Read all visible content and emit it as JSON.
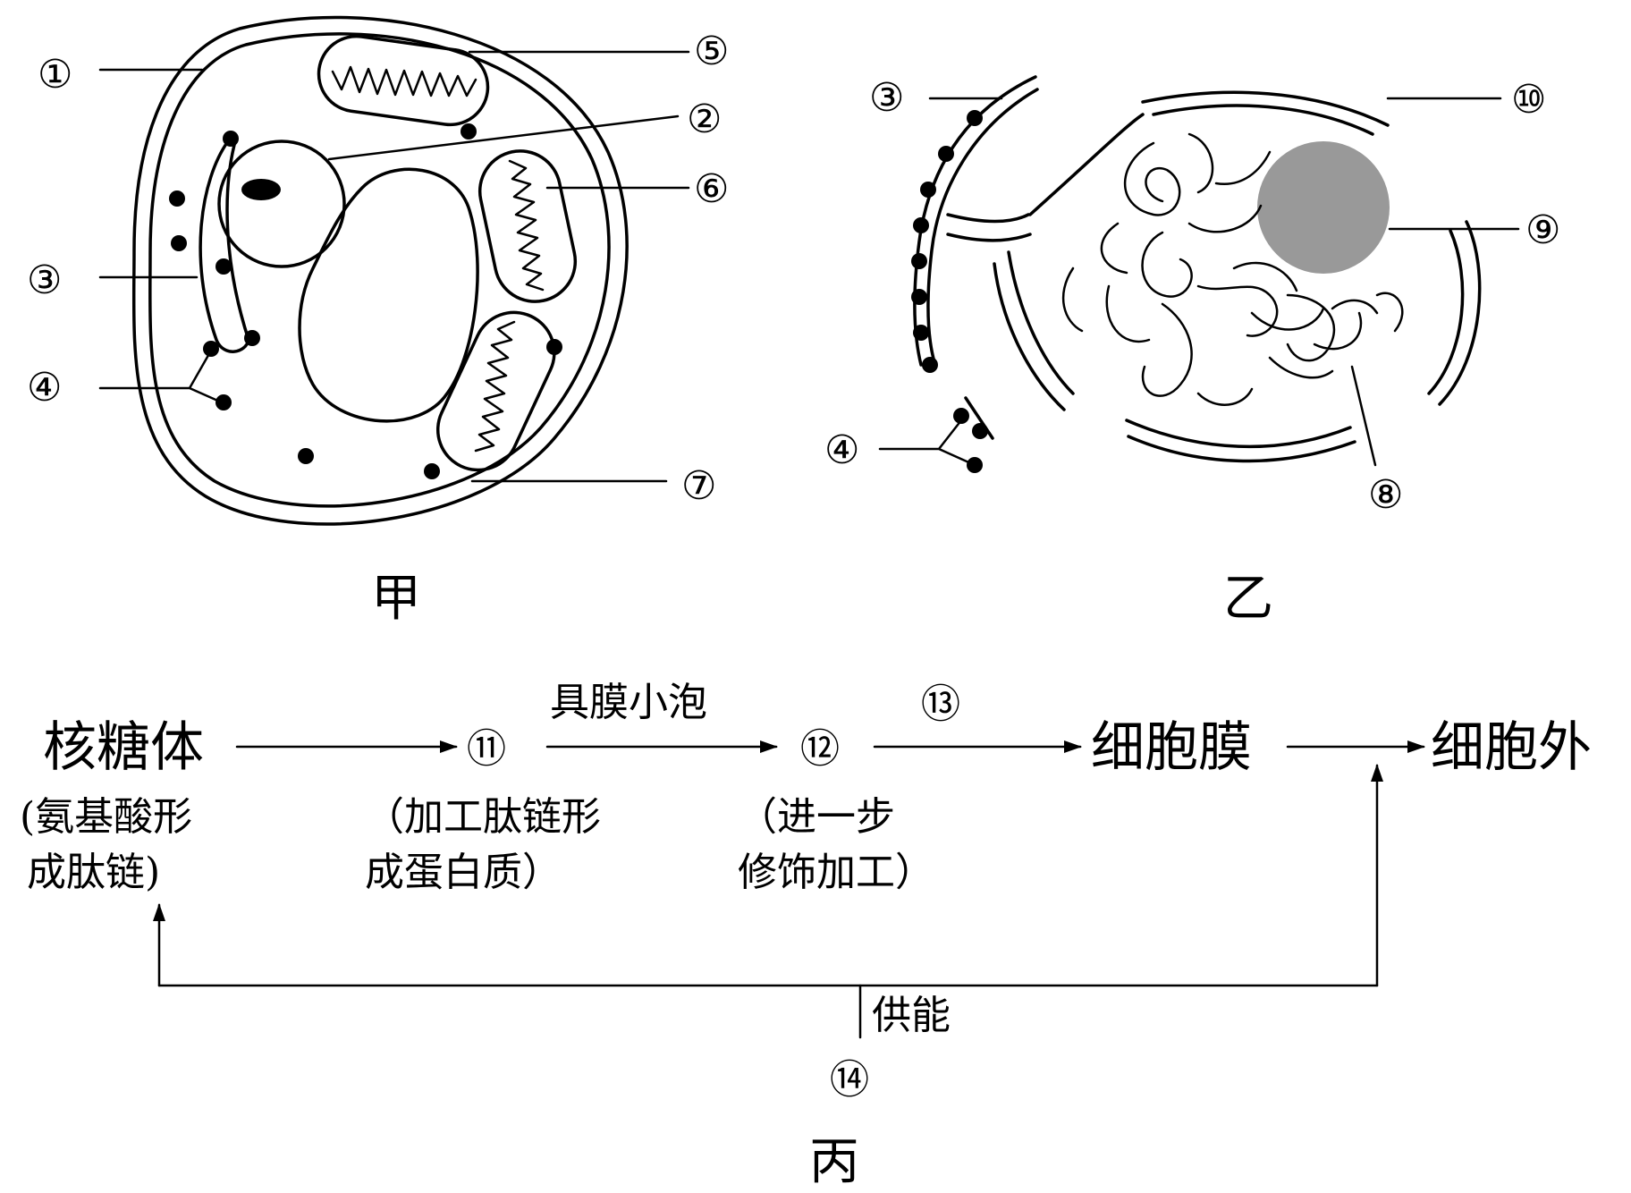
{
  "labels": {
    "n1": "①",
    "n2": "②",
    "n3": "③",
    "n4": "④",
    "n5": "⑤",
    "n6": "⑥",
    "n7": "⑦",
    "n8": "⑧",
    "n9": "⑨",
    "n10": "⑩",
    "n11": "⑪",
    "n12": "⑫",
    "n13": "⑬",
    "n14": "⑭"
  },
  "captions": {
    "jia": "甲",
    "yi": "乙",
    "bing": "丙"
  },
  "flow": {
    "ribosome": "核糖体",
    "ribosome_note_1": "(氨基酸形",
    "ribosome_note_2": "成肽链)",
    "step11_note_1": "（加工肽链形",
    "step11_note_2": "成蛋白质）",
    "vesicle": "具膜小泡",
    "step12_note_1": "（进一步",
    "step12_note_2": "修饰加工）",
    "membrane": "细胞膜",
    "outside": "细胞外",
    "energy": "供能"
  },
  "colors": {
    "ink": "#000000",
    "nucleolus": "#999999",
    "background": "#ffffff"
  }
}
